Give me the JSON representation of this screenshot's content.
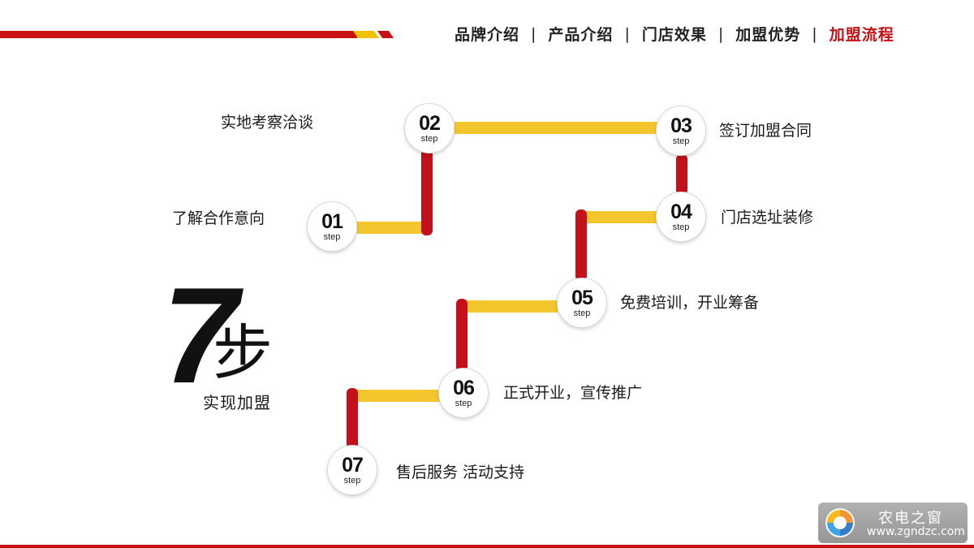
{
  "nav": {
    "items": [
      {
        "label": "品牌介绍",
        "active": false
      },
      {
        "label": "产品介绍",
        "active": false
      },
      {
        "label": "门店效果",
        "active": false
      },
      {
        "label": "加盟优势",
        "active": false
      },
      {
        "label": "加盟流程",
        "active": true
      }
    ],
    "separator": "|"
  },
  "title": {
    "number": "7",
    "char": "步",
    "subtitle": "实现加盟"
  },
  "steps": [
    {
      "num": "01",
      "suffix": "step",
      "label": "了解合作意向"
    },
    {
      "num": "02",
      "suffix": "step",
      "label": "实地考察洽谈"
    },
    {
      "num": "03",
      "suffix": "step",
      "label": "签订加盟合同"
    },
    {
      "num": "04",
      "suffix": "step",
      "label": "门店选址装修"
    },
    {
      "num": "05",
      "suffix": "step",
      "label": "免费培训，开业筹备"
    },
    {
      "num": "06",
      "suffix": "step",
      "label": "正式开业，宣传推广"
    },
    {
      "num": "07",
      "suffix": "step",
      "label": "售后服务 活动支持"
    }
  ],
  "colors": {
    "accent_red": "#c81015",
    "accent_yellow": "#f2c62c"
  },
  "watermark": {
    "name": "农电之窗",
    "url": "www.zgndzc.com",
    "icon": "zgndzc-logo-icon"
  }
}
